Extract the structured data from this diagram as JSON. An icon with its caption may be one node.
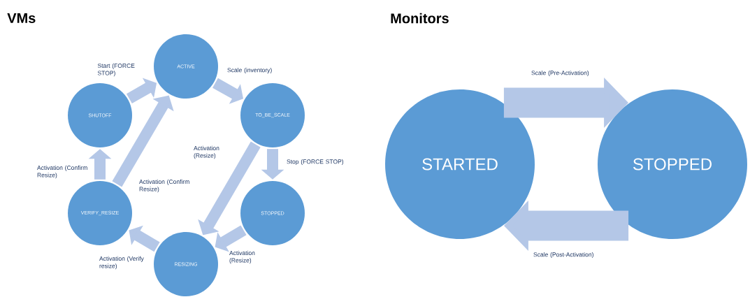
{
  "diagram": {
    "nodes": [
      {
        "text": [
          "ACTIVE"
        ]
      },
      {
        "text": [
          "SHUTOFF"
        ]
      },
      {
        "text": [
          "TO_BE_SCALE"
        ]
      },
      {
        "text": [
          "VERIFY_RESIZE"
        ]
      },
      {
        "text": [
          "STOPPED"
        ]
      },
      {
        "text": [
          "RESIZING"
        ]
      },
      {
        "text": [
          "STARTED"
        ]
      },
      {
        "text": [
          "STOPPED"
        ]
      }
    ],
    "edges": [
      {
        "from": 1,
        "to": 0,
        "arrow": "to",
        "label": "Start (FORCE STOP)"
      },
      {
        "from": 0,
        "to": 2,
        "arrow": "to",
        "label": "Scale (inventory)"
      },
      {
        "from": 2,
        "to": 4,
        "arrow": "to",
        "label": "Stop (FORCE STOP)"
      },
      {
        "from": 2,
        "to": 5,
        "arrow": "to",
        "label": "Activation (Resize)"
      },
      {
        "from": 4,
        "to": 5,
        "arrow": "to",
        "label": "Activation (Resize)"
      },
      {
        "from": 5,
        "to": 3,
        "arrow": "to",
        "label": "Activation (Verify resize)"
      },
      {
        "from": 3,
        "to": 1,
        "arrow": "to",
        "label": "Activation (Confirm Resize)"
      },
      {
        "from": 3,
        "to": 0,
        "arrow": "to",
        "label": "Activation (Confirm Resize)"
      },
      {
        "from": 6,
        "to": 7,
        "arrow": "to",
        "label": "Scale (Pre-Activation)",
        "style": "thick"
      },
      {
        "from": 7,
        "to": 6,
        "arrow": "to",
        "label": "Scale (Post-Activation)",
        "style": "thick"
      }
    ],
    "labels": [
      "VMs",
      "Monitors"
    ]
  }
}
